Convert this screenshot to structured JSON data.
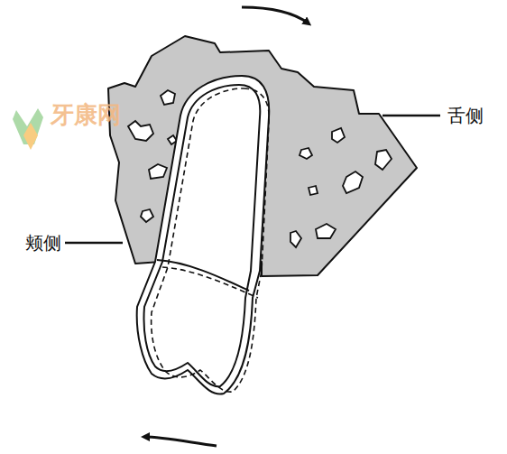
{
  "diagram": {
    "labels": [
      "舌侧",
      "颊侧",
      "牙康网"
    ]
  }
}
